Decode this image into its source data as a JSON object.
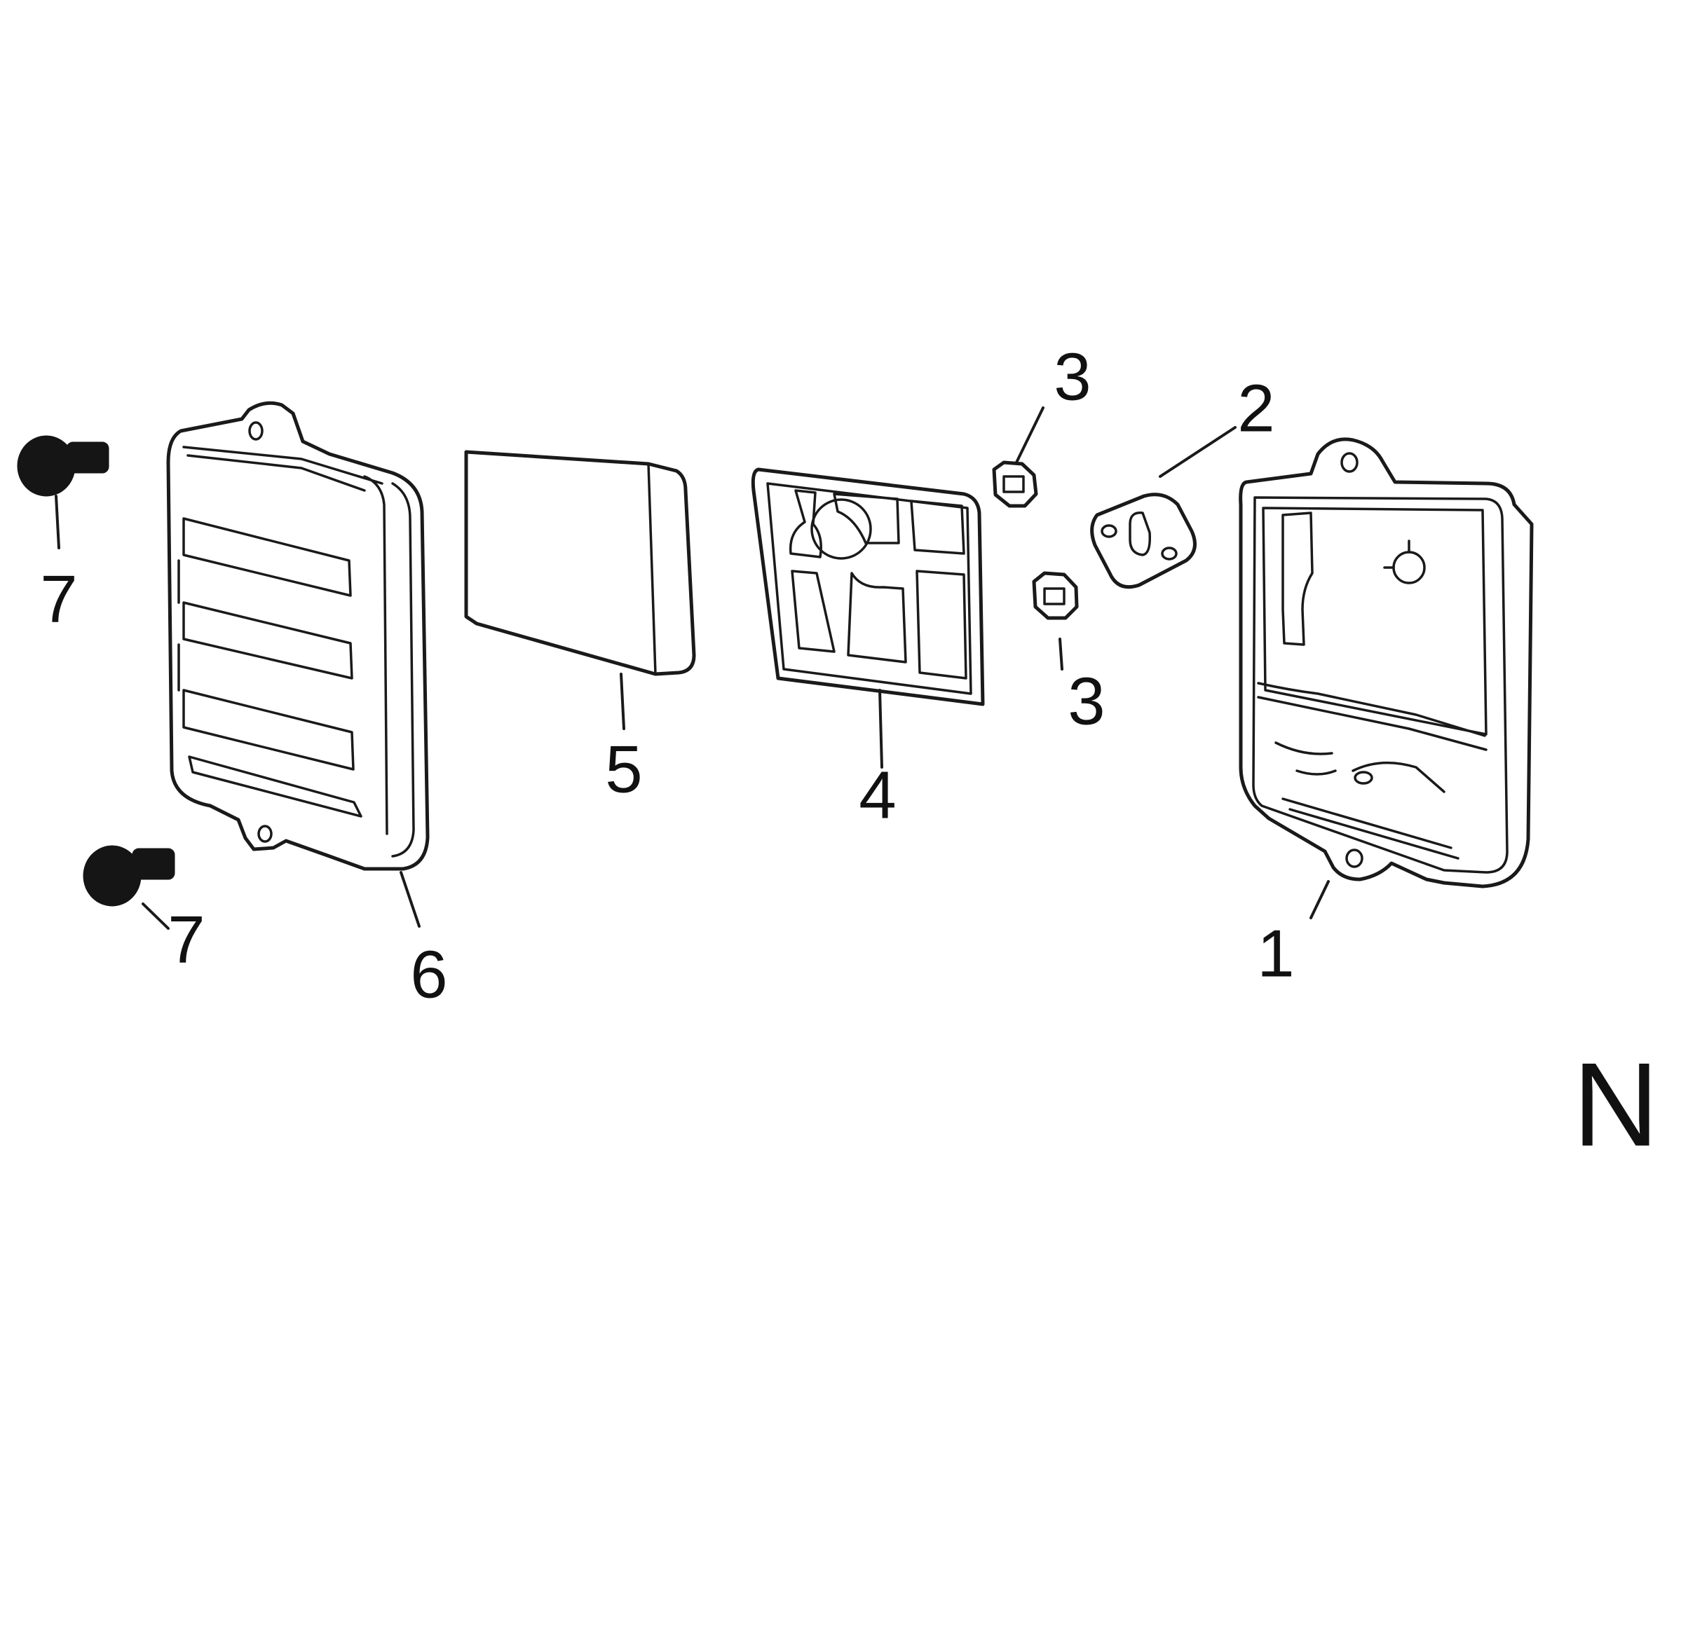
{
  "diagram": {
    "sheet_letter": "N",
    "callouts": {
      "housing": "1",
      "gasket": "2",
      "nut_upper": "3",
      "nut_lower": "3",
      "filter_support": "4",
      "filter_element": "5",
      "cover": "6",
      "screw_upper": "7",
      "screw_lower": "7"
    }
  }
}
